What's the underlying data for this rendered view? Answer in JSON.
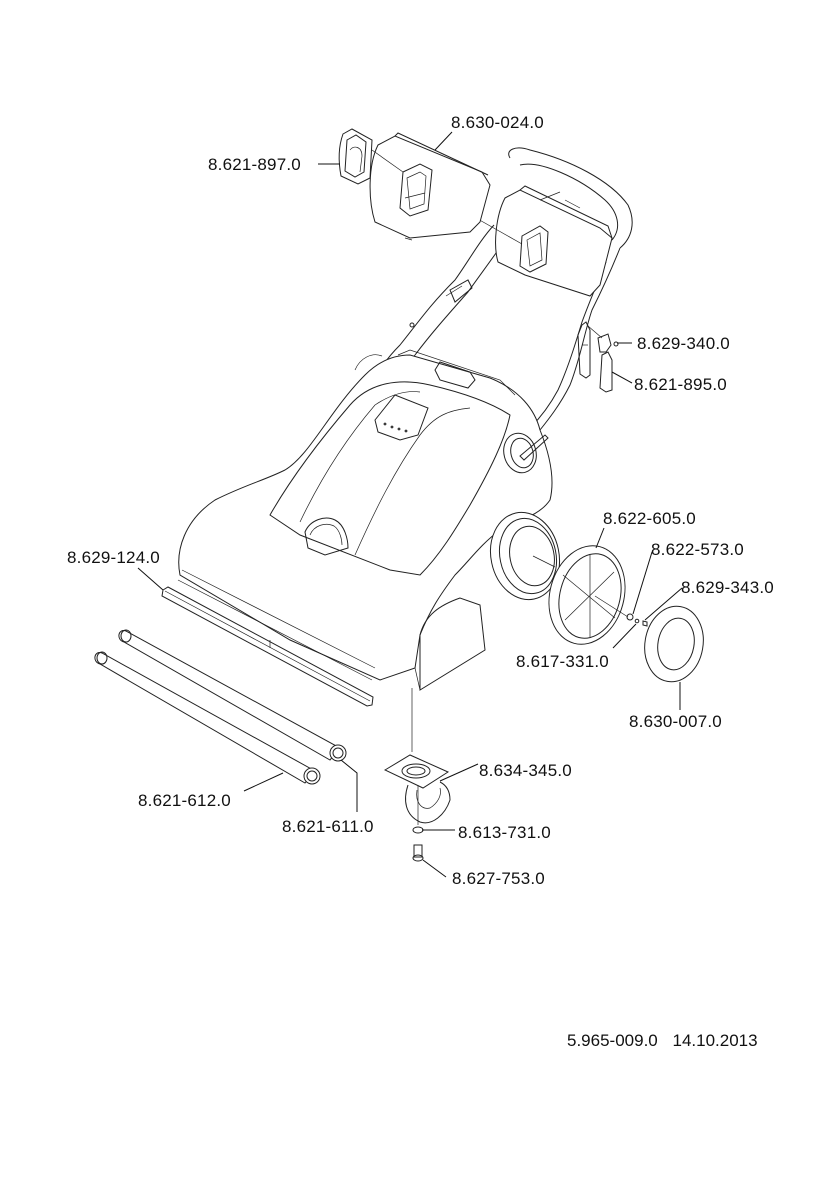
{
  "parts": [
    {
      "id": "handle-housing",
      "number": "8.630-024.0"
    },
    {
      "id": "control-knob",
      "number": "8.621-897.0"
    },
    {
      "id": "cord-hook-screw",
      "number": "8.629-340.0"
    },
    {
      "id": "cord-hook",
      "number": "8.621-895.0"
    },
    {
      "id": "rear-wheel",
      "number": "8.622-605.0"
    },
    {
      "id": "wheel-washer",
      "number": "8.622-573.0"
    },
    {
      "id": "wheel-screw",
      "number": "8.629-343.0"
    },
    {
      "id": "wheel-bushing",
      "number": "8.617-331.0"
    },
    {
      "id": "hub-cap",
      "number": "8.630-007.0"
    },
    {
      "id": "bumper-strip",
      "number": "8.629-124.0"
    },
    {
      "id": "brush-roll-long",
      "number": "8.621-612.0"
    },
    {
      "id": "brush-roll-short",
      "number": "8.621-611.0"
    },
    {
      "id": "caster-wheel",
      "number": "8.634-345.0"
    },
    {
      "id": "caster-washer",
      "number": "8.613-731.0"
    },
    {
      "id": "caster-bolt",
      "number": "8.627-753.0"
    }
  ],
  "footer": {
    "document_number": "5.965-009.0",
    "date": "14.10.2013"
  }
}
